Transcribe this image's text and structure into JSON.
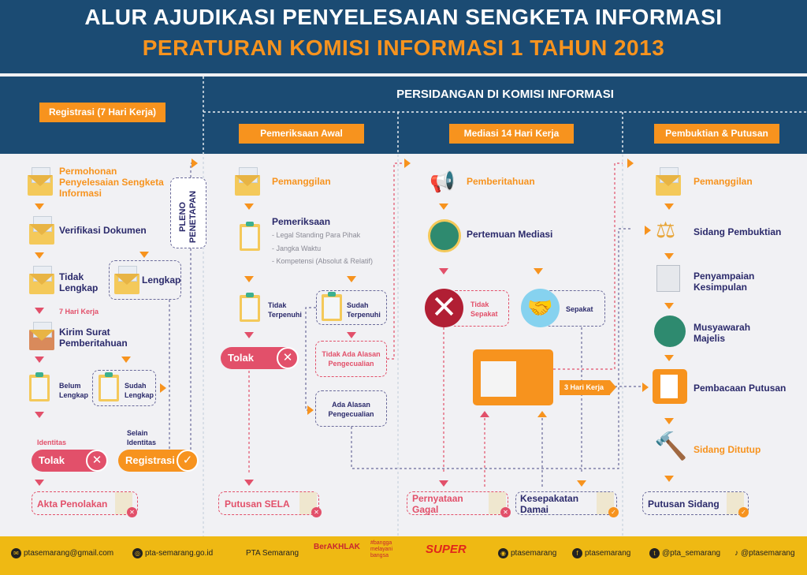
{
  "header": {
    "title": "ALUR AJUDIKASI PENYELESAIAN SENGKETA INFORMASI",
    "subtitle": "PERATURAN KOMISI INFORMASI 1 TAHUN 2013"
  },
  "sections": {
    "registrasi": "Registrasi (7 Hari Kerja)",
    "persidangan": "PERSIDANGAN DI KOMISI INFORMASI",
    "pemeriksaan_awal": "Pemeriksaan Awal",
    "mediasi": "Mediasi 14 Hari Kerja",
    "pembuktian": "Pembuktian & Putusan"
  },
  "registrasi": {
    "permohonan": "Permohonan Penyelesaian Sengketa Informasi",
    "verifikasi": "Verifikasi Dokumen",
    "tidak_lengkap": "Tidak Lengkap",
    "lengkap": "Lengkap",
    "hari": "7 Hari Kerja",
    "kirim": "Kirim Surat Pemberitahuan",
    "belum": "Belum Lengkap",
    "sudah": "Sudah Lengkap",
    "identitas": "Identitas",
    "selain": "Selain Identitas",
    "tolak": "Tolak",
    "registrasi": "Registrasi",
    "akta": "Akta Penolakan",
    "pleno": "PLENO PENETAPAN"
  },
  "pemeriksaan": {
    "pemanggilan": "Pemanggilan",
    "pemeriksaan": "Pemeriksaan",
    "bullets": [
      "- Legal Standing Para Pihak",
      "- Jangka Waktu",
      "- Kompetensi (Absolut & Relatif)"
    ],
    "tidak_terpenuhi": "Tidak Terpenuhi",
    "sudah_terpenuhi": "Sudah Terpenuhi",
    "tolak": "Tolak",
    "tidak_ada": "Tidak Ada Alasan Pengecualian",
    "ada": "Ada Alasan Pengecualian",
    "putusan_sela": "Putusan SELA"
  },
  "mediasi": {
    "pemberitahuan": "Pemberitahuan",
    "pertemuan": "Pertemuan Mediasi",
    "tidak_sepakat": "Tidak Sepakat",
    "sepakat": "Sepakat",
    "hari": "3 Hari Kerja",
    "gagal": "Pernyataan Gagal",
    "damai": "Kesepakatan Damai"
  },
  "pembuktian": {
    "pemanggilan": "Pemanggilan",
    "sidang": "Sidang Pembuktian",
    "kesimpulan": "Penyampaian Kesimpulan",
    "musyawarah": "Musyawarah Majelis",
    "pembacaan": "Pembacaan Putusan",
    "ditutup": "Sidang Ditutup",
    "putusan": "Putusan Sidang"
  },
  "footer": {
    "email": "ptasemarang@gmail.com",
    "web": "pta-semarang.go.id",
    "name": "PTA Semarang",
    "berakhlak": "BerAKHLAK",
    "bangga": "#bangga melayani bangsa",
    "super": "SUPER",
    "instagram": "ptasemarang",
    "facebook": "ptasemarang",
    "twitter": "@pta_semarang",
    "tiktok": "@ptasemarang"
  },
  "colors": {
    "navy": "#1b4b73",
    "orange": "#f7931e",
    "red": "#e2506a",
    "text": "#2b2a6b",
    "footer": "#efb913"
  }
}
